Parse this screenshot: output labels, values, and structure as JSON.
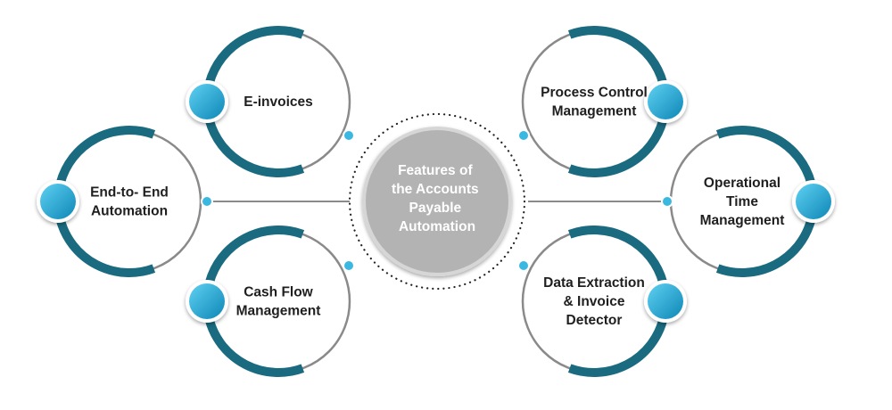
{
  "center": {
    "lines": [
      "Features of",
      "the Accounts",
      "Payable",
      "Automation"
    ]
  },
  "features": [
    {
      "id": "e-invoices",
      "lines": [
        "E-invoices"
      ]
    },
    {
      "id": "end-to-end-automation",
      "lines": [
        "End-to- End",
        "Automation"
      ]
    },
    {
      "id": "cash-flow-management",
      "lines": [
        "Cash Flow",
        "Management"
      ]
    },
    {
      "id": "process-control-management",
      "lines": [
        "Process Control",
        "Management"
      ]
    },
    {
      "id": "operational-time-management",
      "lines": [
        "Operational",
        "Time",
        "Management"
      ]
    },
    {
      "id": "data-extraction-invoice-detector",
      "lines": [
        "Data Extraction",
        "& Invoice",
        "Detector"
      ]
    }
  ],
  "colors": {
    "ring_dark": "#1a6a80",
    "ring_gray": "#8a8a8a",
    "accent_light": "#3bb8e0",
    "accent_dark": "#0a88b4",
    "center_fill": "#b3b3b3",
    "dots": "#222222"
  }
}
